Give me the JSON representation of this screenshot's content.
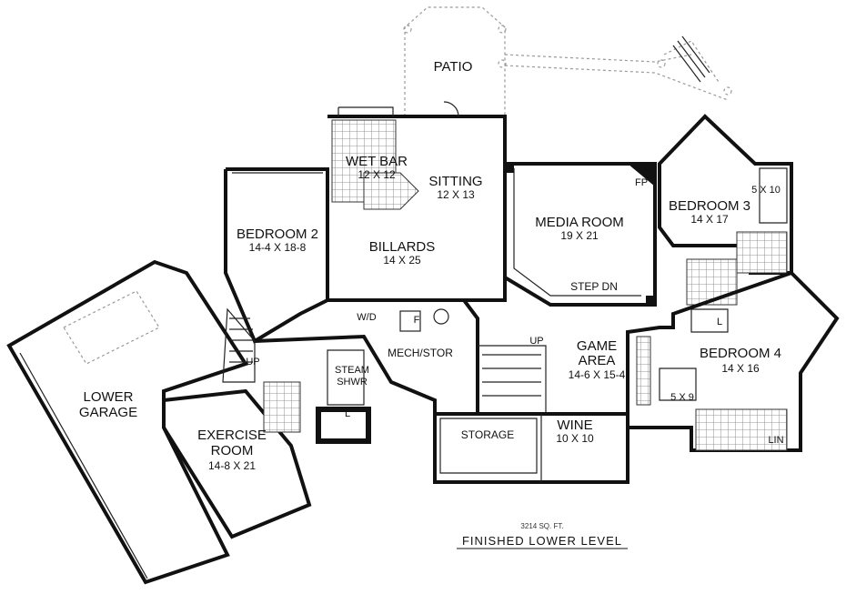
{
  "plan": {
    "rooms": {
      "patio": "PATIO",
      "wet_bar": "WET BAR",
      "wet_bar_dim": "12 X 12",
      "sitting": "SITTING",
      "sitting_dim": "12 X 13",
      "bedroom2": "BEDROOM 2",
      "bedroom2_dim": "14-4 X 18-8",
      "billards": "BILLARDS",
      "billards_dim": "14 X 25",
      "media_room": "MEDIA ROOM",
      "media_room_dim": "19 X 21",
      "step_dn": "STEP DN",
      "fp": "FP",
      "bedroom3": "BEDROOM 3",
      "bedroom3_dim": "14 X 17",
      "closet_5x10": "5 X 10",
      "wd": "W/D",
      "f": "F",
      "mech_stor": "MECH/STOR",
      "up_center": "UP",
      "game_area": "GAME",
      "game_area2": "AREA",
      "game_area_dim": "14-6 X 15-4",
      "bedroom4": "BEDROOM 4",
      "bedroom4_dim": "14 X 16",
      "l_right": "L",
      "closet_5x9": "5 X 9",
      "lin": "LIN",
      "lower_garage": "LOWER",
      "lower_garage2": "GARAGE",
      "up_left": "UP",
      "steam": "STEAM",
      "shwr": "SHWR",
      "l_left": "L",
      "exercise": "EXERCISE",
      "exercise2": "ROOM",
      "exercise_dim": "14-8 X 21",
      "storage": "STORAGE",
      "wine": "WINE",
      "wine_dim": "10 X 10"
    },
    "sqft": "3214 SQ. FT.",
    "caption": "FINISHED LOWER LEVEL"
  }
}
